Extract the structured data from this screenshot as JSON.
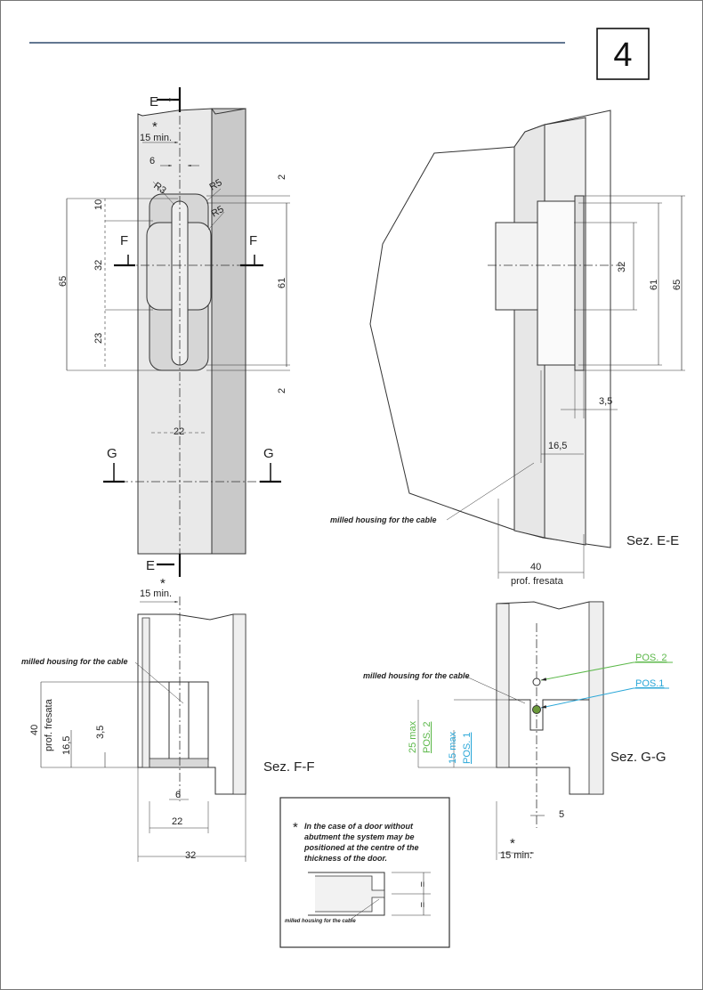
{
  "page_number": "4",
  "front_view": {
    "section_e_top": "E",
    "section_e_bottom": "E",
    "section_f_left": "F",
    "section_f_right": "F",
    "section_g_left": "G",
    "section_g_right": "G",
    "star": "*",
    "dim_15min": "15 min.",
    "dim_6": "6",
    "dim_r3": "R3",
    "dim_r5_a": "R5",
    "dim_r5_b": "R5",
    "dim_2_top": "2",
    "dim_10": "10",
    "dim_65": "65",
    "dim_32": "32",
    "dim_61": "61",
    "dim_23": "23",
    "dim_2_bottom": "2",
    "dim_22": "22"
  },
  "section_ee": {
    "title": "Sez. E-E",
    "dim_32": "32",
    "dim_61": "61",
    "dim_65": "65",
    "dim_3_5": "3,5",
    "dim_16_5": "16,5",
    "dim_40": "40",
    "label_prof_fresata": "prof. fresata",
    "cable_label": "milled housing for the cable"
  },
  "section_ff": {
    "title": "Sez. F-F",
    "star": "*",
    "dim_15min": "15 min.",
    "cable_label": "milled housing for the cable",
    "dim_40": "40",
    "label_prof_fresata": "prof. fresata",
    "dim_16_5": "16,5",
    "dim_3_5": "3,5",
    "dim_6": "6",
    "dim_22": "22",
    "dim_32": "32"
  },
  "section_gg": {
    "title": "Sez. G-G",
    "cable_label": "milled housing for the cable",
    "pos2": "POS. 2",
    "pos1": "POS.1",
    "dim_25max": "25 max",
    "pos2_vertical": "POS. 2",
    "dim_15max": "15 max",
    "pos1_vertical": "POS. 1",
    "dim_5": "5",
    "star": "*",
    "dim_15min": "15 min.",
    "colors": {
      "pos2": "#5cb84a",
      "pos1": "#2aa7d8"
    }
  },
  "note_box": {
    "star": "*",
    "line1": "In the case of a door without",
    "line2": "abutment the system may be",
    "line3": "positioned at the centre of the",
    "line4": "thickness of the door.",
    "cable_label": "milled housing for the cable",
    "eq1": "=",
    "eq2": "="
  }
}
